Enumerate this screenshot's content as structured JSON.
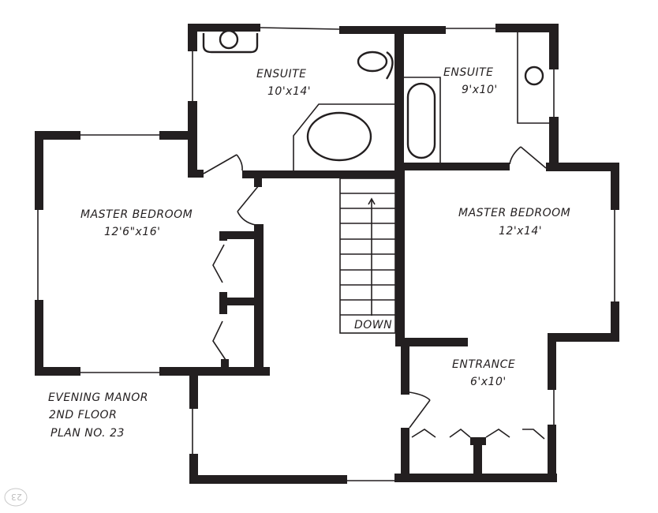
{
  "drawing": {
    "type": "floor-plan",
    "style": "hand-drawn ink",
    "ink_color": "#231f20",
    "paper_color": "#ffffff"
  },
  "title_block": {
    "line1": "EVENING MANOR",
    "line2": "2ND FLOOR",
    "line3": "PLAN NO. 23"
  },
  "rooms": [
    {
      "id": "ensuite-left",
      "name": "ENSUITE",
      "dimensions": "10'x14'"
    },
    {
      "id": "ensuite-right",
      "name": "ENSUITE",
      "dimensions": "9'x10'"
    },
    {
      "id": "master-bedroom-left",
      "name": "MASTER BEDROOM",
      "dimensions": "12'6\"x16'"
    },
    {
      "id": "master-bedroom-right",
      "name": "MASTER BEDROOM",
      "dimensions": "12'x14'"
    },
    {
      "id": "entrance",
      "name": "ENTRANCE",
      "dimensions": "6'x10'"
    }
  ],
  "stairs": {
    "label": "DOWN",
    "treads": 10
  },
  "page_stamp": {
    "text": "23"
  }
}
